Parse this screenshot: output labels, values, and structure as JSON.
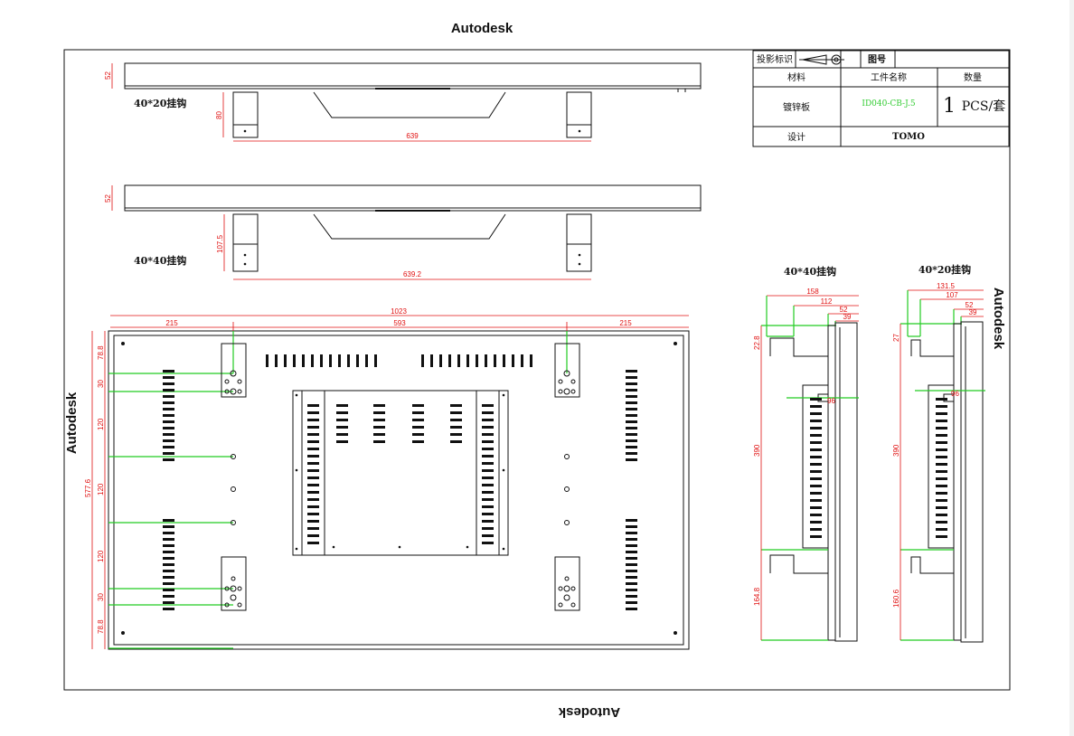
{
  "watermark": {
    "top": "Autodesk",
    "left": "Autodesk",
    "right": "Autodesk",
    "bottom": "Autodesk"
  },
  "title_block": {
    "projection_label": "投影标识",
    "drawing_no_label": "图号",
    "material_header": "材料",
    "part_name_header": "工件名称",
    "quantity_header": "数量",
    "material_value": "镀锌板",
    "part_name_value": "ID040-CB-J.5",
    "quantity_number": "1",
    "quantity_unit": "PCS/套",
    "designer_label": "设计",
    "designer_value": "TOMO"
  },
  "side_views": {
    "view1_label": "40*20挂钩",
    "view1_height": "52",
    "view1_hook": "80",
    "view1_width": "639",
    "view2_label": "40*40挂钩",
    "view2_height": "52",
    "view2_hook": "107.5",
    "view2_width": "639.2"
  },
  "front_view": {
    "total_width": "1023",
    "left_seg": "215",
    "mid_seg": "593",
    "right_seg": "215",
    "total_height": "577.6",
    "v1": "78.8",
    "v2": "30",
    "v3": "120",
    "v4": "120",
    "v5": "120",
    "v6": "30",
    "v7": "78.8"
  },
  "section_a": {
    "label": "40*40挂钩",
    "d1": "158",
    "d2": "112",
    "d3": "52",
    "d4": "39",
    "d5": "22.8",
    "d6": "96",
    "d7": "390",
    "d8": "164.8"
  },
  "section_b": {
    "label": "40*20挂钩",
    "d1": "131.5",
    "d2": "107",
    "d3": "52",
    "d4": "39",
    "d5": "27",
    "d6": "96",
    "d7": "390",
    "d8": "160.6"
  }
}
